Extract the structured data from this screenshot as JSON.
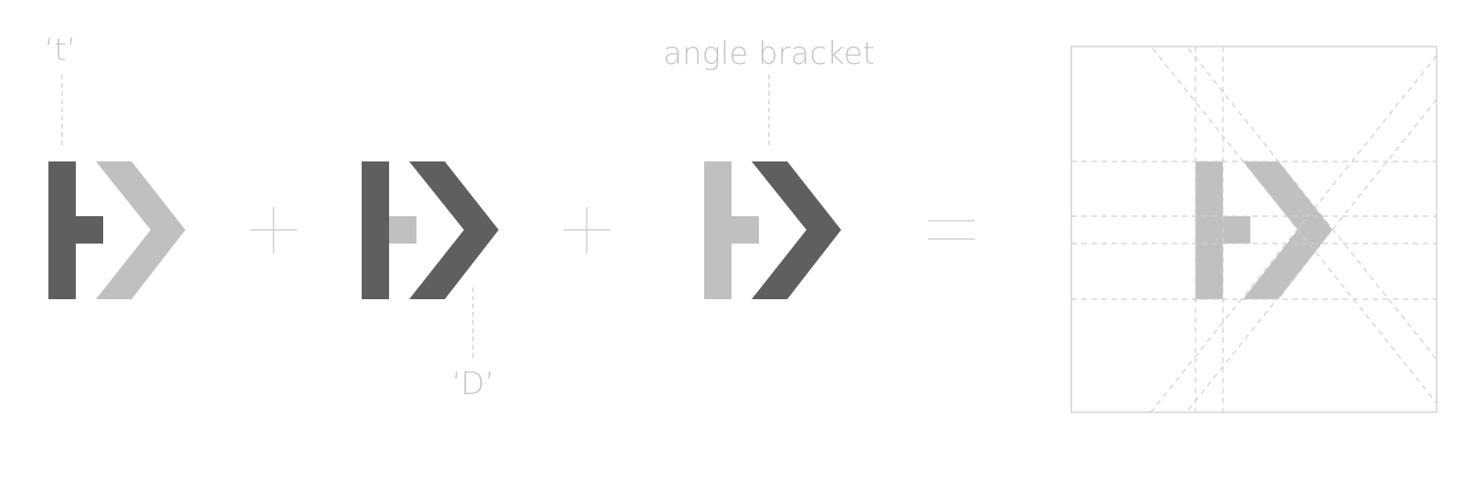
{
  "labels": {
    "t_label": "‘t’",
    "d_label": "‘D’",
    "angle_label": "angle bracket"
  },
  "operators": {
    "plus_1": "+",
    "plus_2": "+",
    "equals": "="
  },
  "colors": {
    "dark": "#5f5f5f",
    "light": "#c0c0c0",
    "guide": "#cfcfcf",
    "label": "#c4c4c4",
    "frame": "#d4d4d4",
    "background": "#ffffff"
  }
}
